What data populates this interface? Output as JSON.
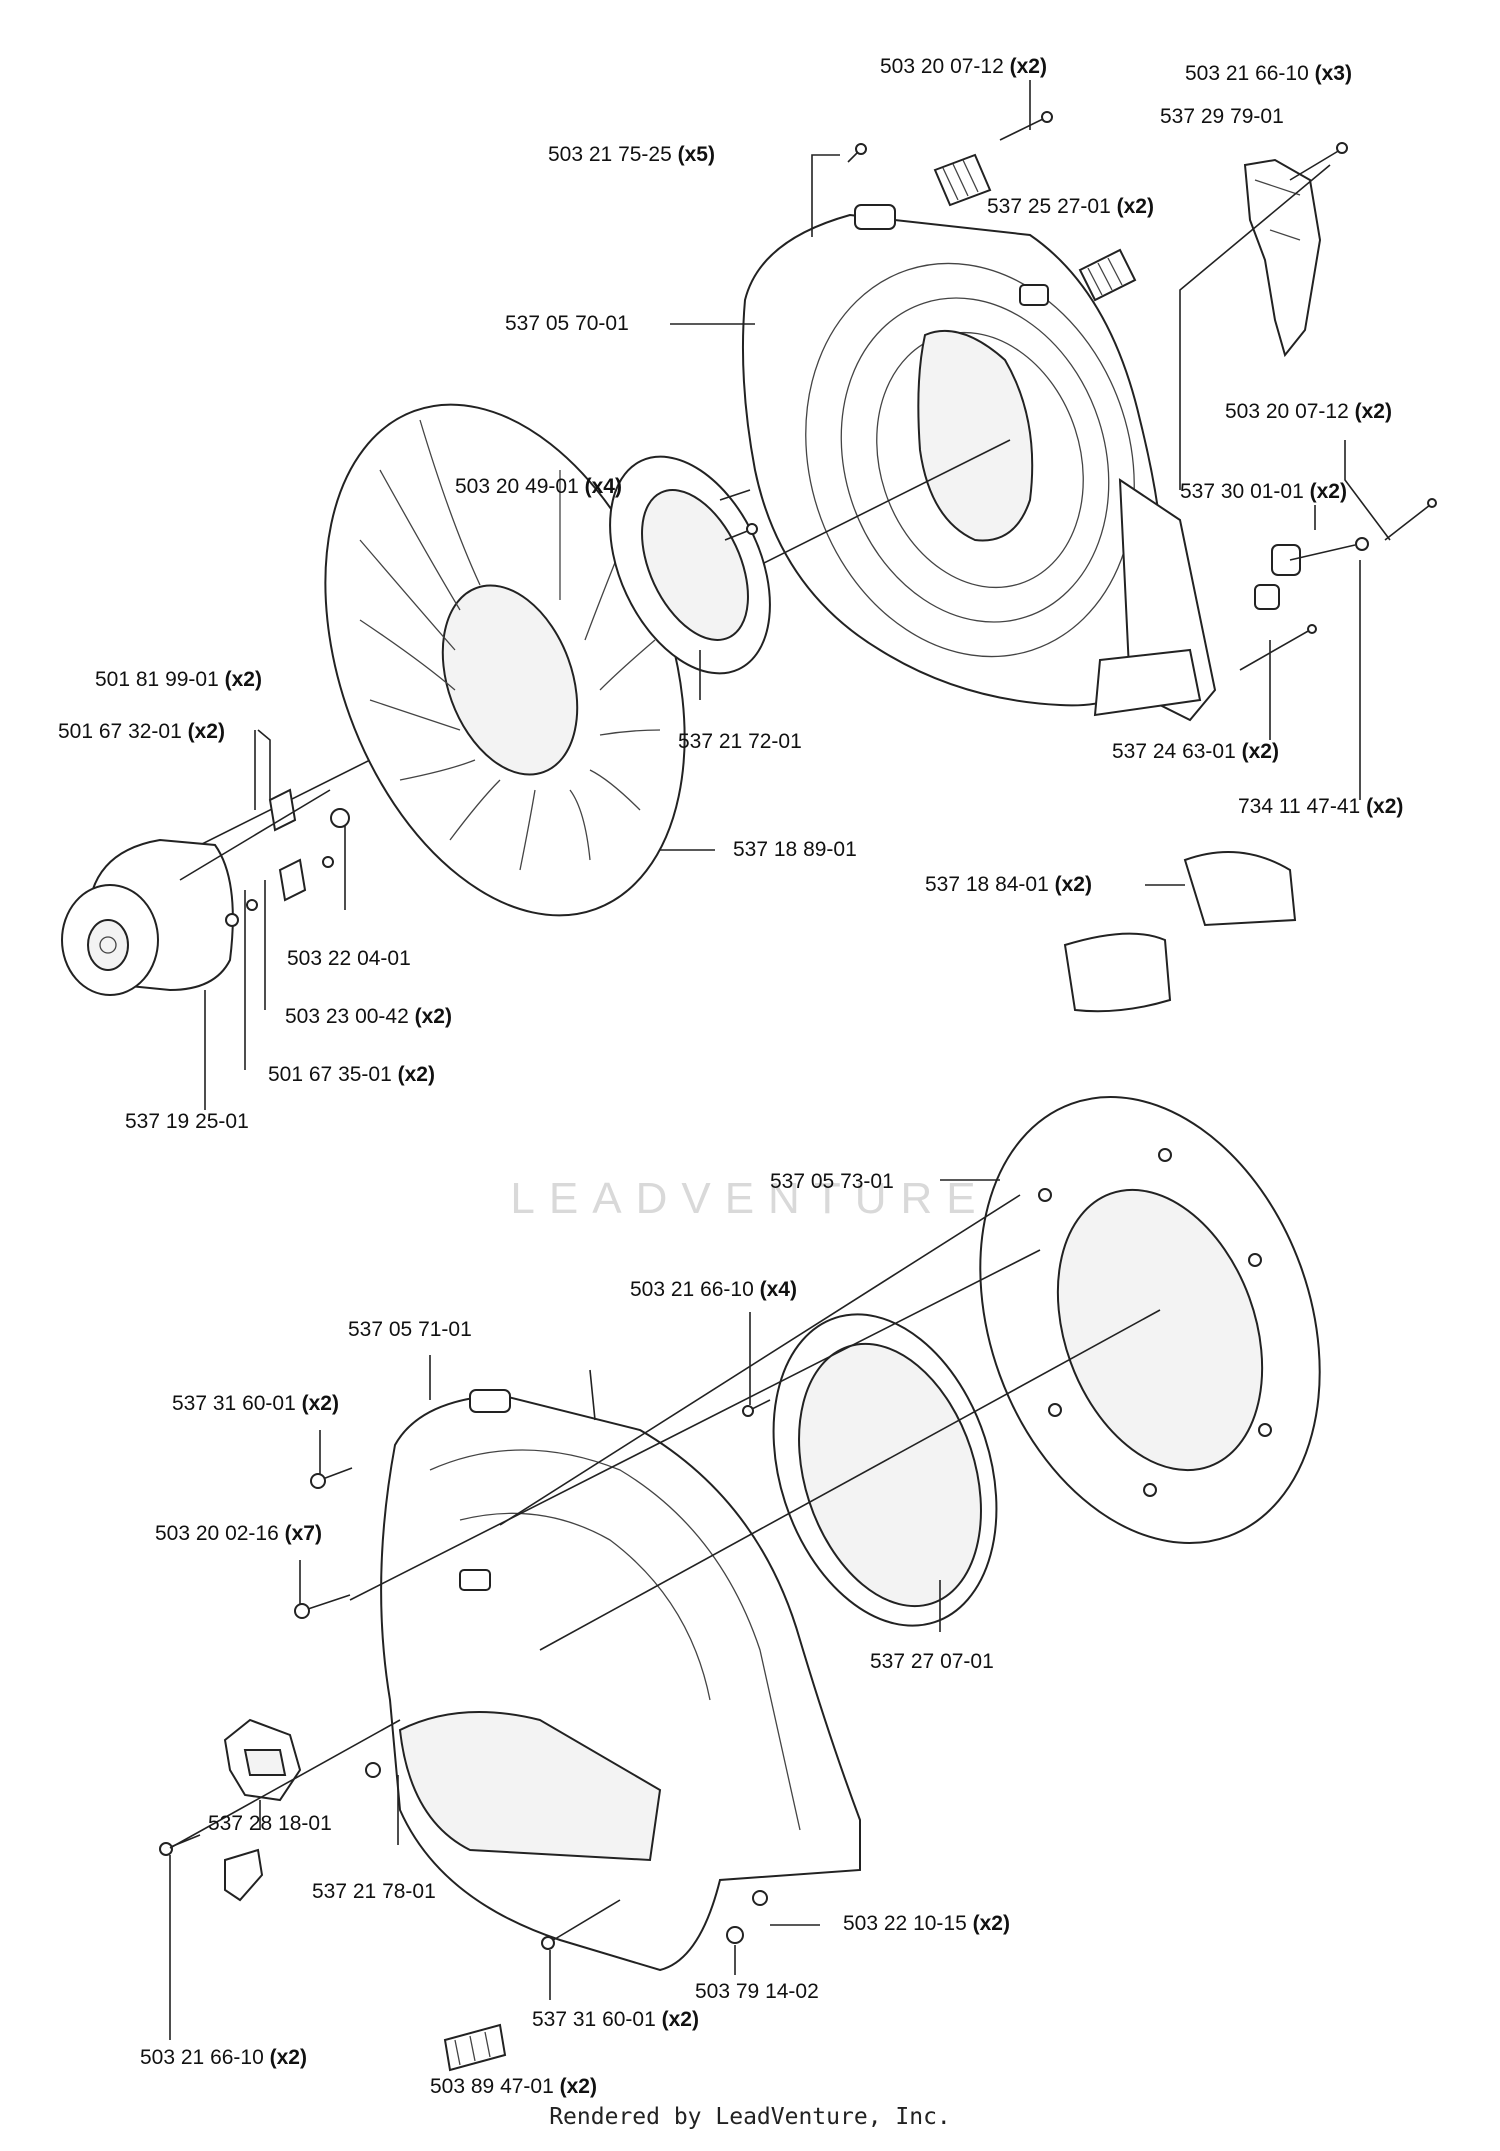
{
  "footer": "Rendered by LeadVenture, Inc.",
  "watermark": "LEADVENTURE",
  "labels": [
    {
      "number": "503 20 07-12",
      "qty": "(x2)"
    },
    {
      "number": "503 21 66-10",
      "qty": "(x3)"
    },
    {
      "number": "537 29 79-01",
      "qty": ""
    },
    {
      "number": "503 21 75-25",
      "qty": "(x5)"
    },
    {
      "number": "537 25 27-01",
      "qty": "(x2)"
    },
    {
      "number": "537 05 70-01",
      "qty": ""
    },
    {
      "number": "503 20 07-12",
      "qty": "(x2)"
    },
    {
      "number": "503 20 49-01",
      "qty": "(x4)"
    },
    {
      "number": "537 30 01-01",
      "qty": "(x2)"
    },
    {
      "number": "501 81 99-01",
      "qty": "(x2)"
    },
    {
      "number": "501 67 32-01",
      "qty": "(x2)"
    },
    {
      "number": "537 21 72-01",
      "qty": ""
    },
    {
      "number": "537 24 63-01",
      "qty": "(x2)"
    },
    {
      "number": "734 11 47-41",
      "qty": "(x2)"
    },
    {
      "number": "537 18 89-01",
      "qty": ""
    },
    {
      "number": "537 18 84-01",
      "qty": "(x2)"
    },
    {
      "number": "503 22 04-01",
      "qty": ""
    },
    {
      "number": "503 23 00-42",
      "qty": "(x2)"
    },
    {
      "number": "501 67 35-01",
      "qty": "(x2)"
    },
    {
      "number": "537 19 25-01",
      "qty": ""
    },
    {
      "number": "537 05 73-01",
      "qty": ""
    },
    {
      "number": "503 21 66-10",
      "qty": "(x4)"
    },
    {
      "number": "537 05 71-01",
      "qty": ""
    },
    {
      "number": "537 31 60-01",
      "qty": "(x2)"
    },
    {
      "number": "503 20 02-16",
      "qty": "(x7)"
    },
    {
      "number": "537 27 07-01",
      "qty": ""
    },
    {
      "number": "537 28 18-01",
      "qty": ""
    },
    {
      "number": "537 21 78-01",
      "qty": ""
    },
    {
      "number": "503 22 10-15",
      "qty": "(x2)"
    },
    {
      "number": "503 79 14-02",
      "qty": ""
    },
    {
      "number": "537 31 60-01",
      "qty": "(x2)"
    },
    {
      "number": "503 21 66-10",
      "qty": "(x2)"
    },
    {
      "number": "503 89 47-01",
      "qty": "(x2)"
    }
  ]
}
